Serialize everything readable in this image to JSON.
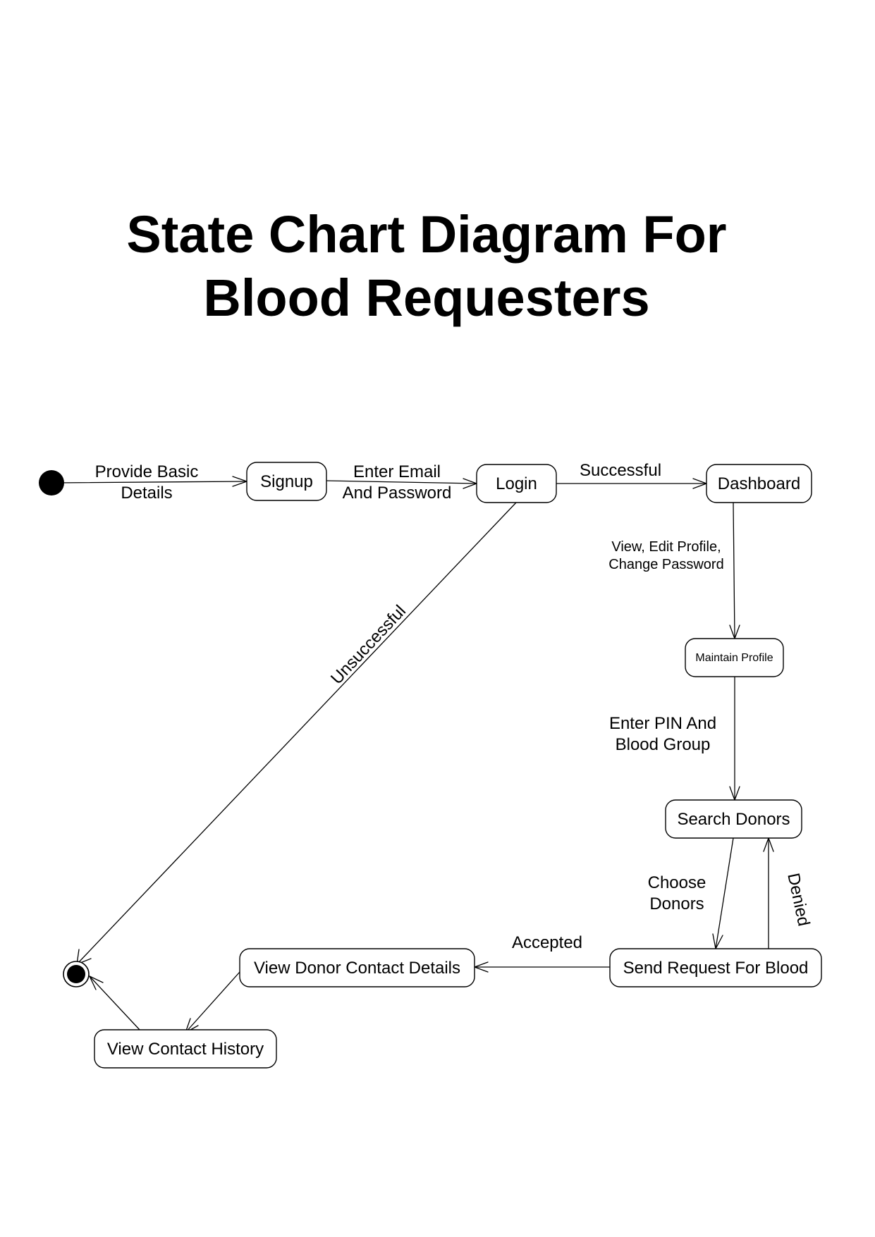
{
  "title": {
    "line1": "State Chart Diagram For",
    "line2": "Blood Requesters"
  },
  "diagram": {
    "initial_state": "initial-node",
    "final_state": "final-node",
    "states": {
      "signup": "Signup",
      "login": "Login",
      "dashboard": "Dashboard",
      "maintain_profile": "Maintain Profile",
      "search_donors": "Search Donors",
      "send_request": "Send Request For Blood",
      "view_donor_contact": "View Donor Contact Details",
      "view_contact_history": "View Contact History"
    },
    "transitions": {
      "provide_basic_details": [
        "Provide Basic",
        "Details"
      ],
      "enter_email_password": [
        "Enter Email",
        "And Password"
      ],
      "successful": "Successful",
      "unsuccessful": "Unsuccessful",
      "view_edit_profile": [
        "View, Edit Profile,",
        "Change Password"
      ],
      "enter_pin_blood_group": [
        "Enter PIN And",
        "Blood Group"
      ],
      "choose_donors": [
        "Choose",
        "Donors"
      ],
      "denied": "Denied",
      "accepted": "Accepted"
    }
  }
}
